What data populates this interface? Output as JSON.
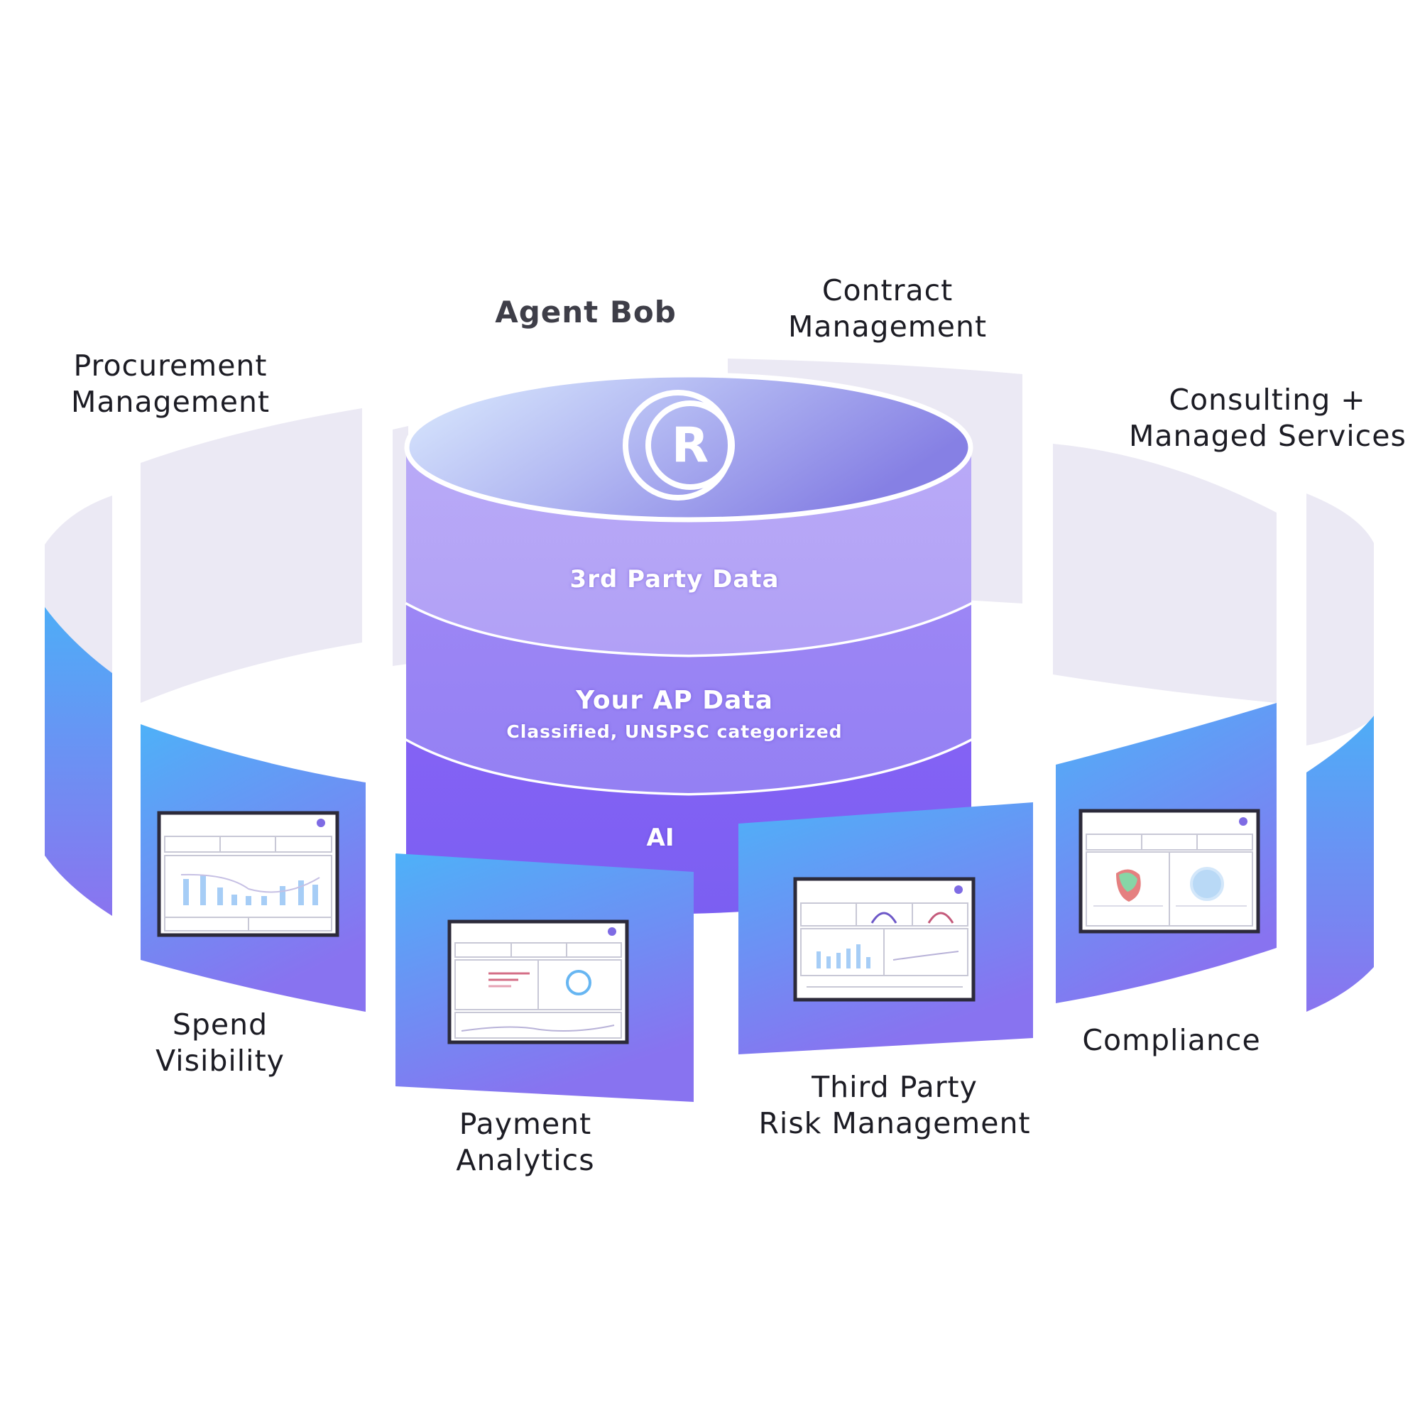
{
  "agent": {
    "label": "Agent Bob"
  },
  "core": {
    "logo_icon": "registered-circle-logo-icon",
    "layers": {
      "third_party": "3rd Party Data",
      "ap_data_title": "Your AP Data",
      "ap_data_subtitle": "Classified, UNSPSC categorized",
      "ai": "AI"
    }
  },
  "modules": {
    "procurement": [
      "Procurement",
      "Management"
    ],
    "contract": [
      "Contract",
      "Management"
    ],
    "consulting": [
      "Consulting +",
      "Managed Services"
    ],
    "spend": [
      "Spend",
      "Visibility"
    ],
    "payment": [
      "Payment",
      "Analytics"
    ],
    "tprm": [
      "Third Party",
      "Risk Management"
    ],
    "compliance": [
      "Compliance"
    ]
  },
  "colors": {
    "panel_pale": "#ebe9f4",
    "panel_blue_top": "#52adf7",
    "panel_violet_bottom": "#8b78f0",
    "cylinder_top_light": "#dbeafd",
    "cylinder_top_dark": "#8a86e6",
    "layer_third_party": "#b6a6f6",
    "layer_ap_data": "#9a83f4",
    "layer_ai": "#7f5ef3",
    "text": "#1c1c24"
  }
}
